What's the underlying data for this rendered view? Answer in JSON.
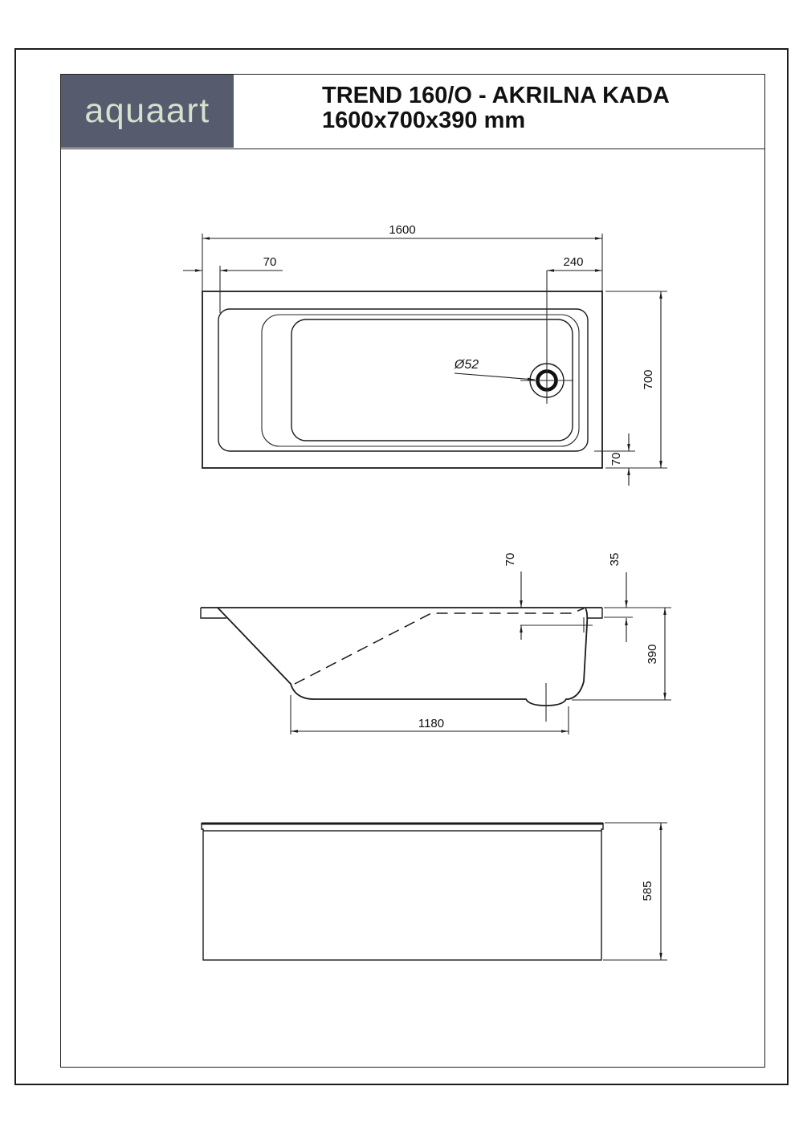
{
  "colors": {
    "logo_bg": "#565c6e",
    "logo_text": "#d3e2cf",
    "line": "#1b1b1b",
    "page_bg": "#ffffff"
  },
  "header": {
    "logo": "aquaart",
    "title_line1": "TREND 160/O - AKRILNA KADA",
    "title_line2": "1600x700x390 mm"
  },
  "top_view": {
    "dims": {
      "overall_width": "1600",
      "rim_left": "70",
      "drain_from_right": "240",
      "overall_depth": "700",
      "rim_bottom": "70",
      "drain_diameter": "Ø52"
    }
  },
  "side_view": {
    "dims": {
      "overflow_from_top": "70",
      "rim_height": "35",
      "tub_height": "390",
      "bottom_length": "1180"
    }
  },
  "front_view": {
    "dims": {
      "panel_height": "585"
    }
  }
}
